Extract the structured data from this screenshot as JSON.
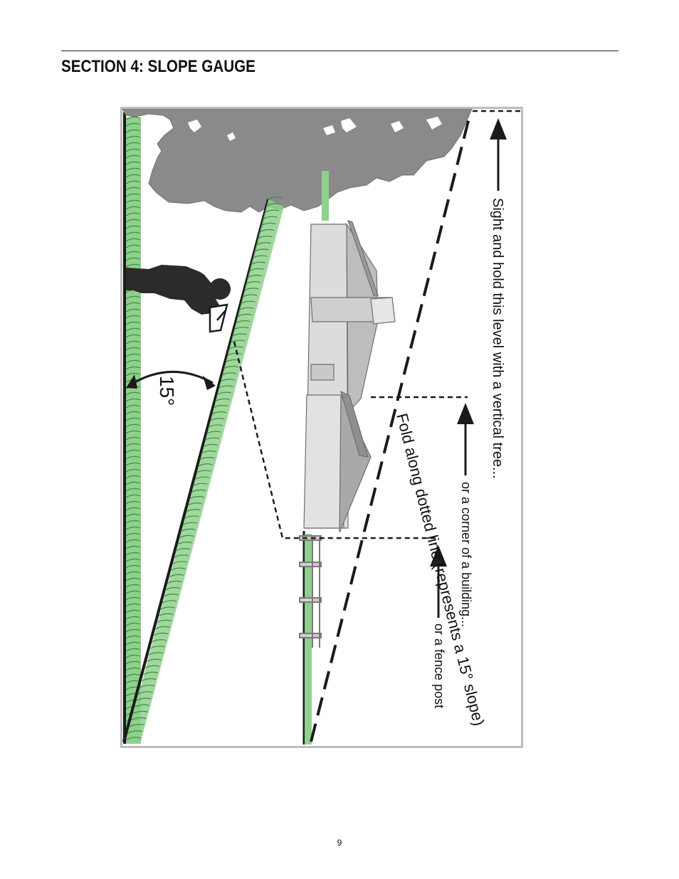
{
  "header": {
    "title": "SECTION 4:  SLOPE GAUGE"
  },
  "figure": {
    "angle_label": "15°",
    "fold_label": "Fold along dotted line (represents a 15° slope)",
    "callout_tree": "Sight and hold this level with a vertical tree...",
    "callout_building": "or a corner of a building...",
    "callout_fence": "or a fence post",
    "colors": {
      "frame": "#bdbdbd",
      "grass": "#7cc47a",
      "grass_dark": "#3f8f45",
      "tree": "#8a8a8a",
      "silhouette": "#2b2b2b",
      "house_light": "#dcdcdc",
      "house_mid": "#b9b9b9",
      "house_dark": "#8f8f8f"
    }
  },
  "footer": {
    "page_number": "9"
  }
}
